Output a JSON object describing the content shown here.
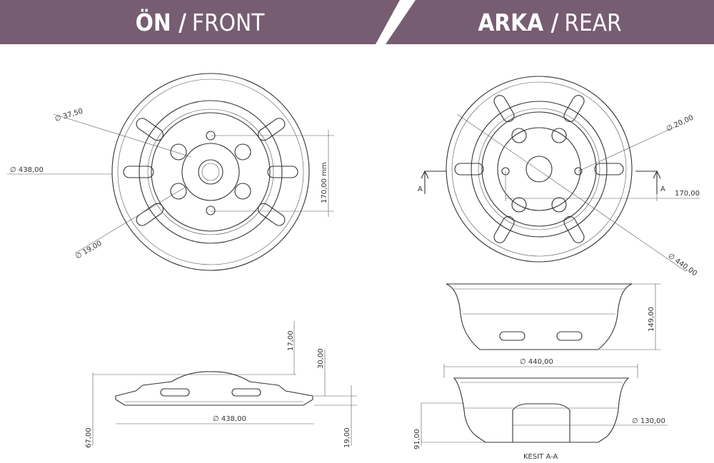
{
  "header": {
    "front_bold": "ÖN /",
    "front_light": "FRONT",
    "rear_bold": "ARKA /",
    "rear_light": "REAR",
    "color": "#765d72"
  },
  "front": {
    "d_bolt": "∅ 37,50",
    "d_outer": "∅ 438,00",
    "d_small": "∅ 19,00",
    "pcd": "170,00 mm",
    "side": {
      "h1": "17,00",
      "h2": "30,00",
      "d": "∅ 438,00",
      "h3": "67,00",
      "h4": "19,00"
    }
  },
  "rear": {
    "d_hole": "∅ 20,00",
    "pcd": "170,00",
    "d_outer": "∅ 440,00",
    "section_mark": "A",
    "side": {
      "h": "149,00"
    },
    "section": {
      "d": "∅ 440,00",
      "d_hub": "∅ 130,00",
      "h": "91,00",
      "title": "KESIT A-A"
    }
  }
}
